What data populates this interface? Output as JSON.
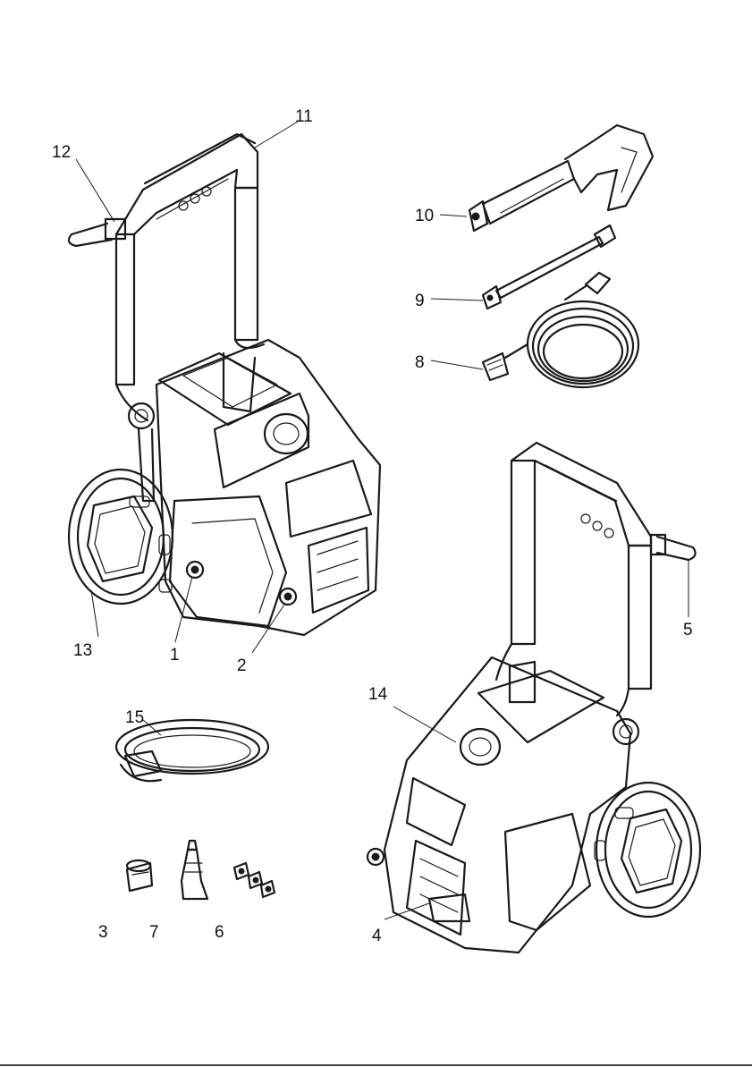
{
  "callouts": {
    "c1": "1",
    "c2": "2",
    "c3": "3",
    "c4": "4",
    "c5": "5",
    "c6": "6",
    "c7": "7",
    "c8": "8",
    "c9": "9",
    "c10": "10",
    "c11": "11",
    "c12": "12",
    "c13": "13",
    "c14": "14",
    "c15": "15"
  },
  "colors": {
    "line": "#1a1a1a",
    "background": "#ffffff"
  }
}
